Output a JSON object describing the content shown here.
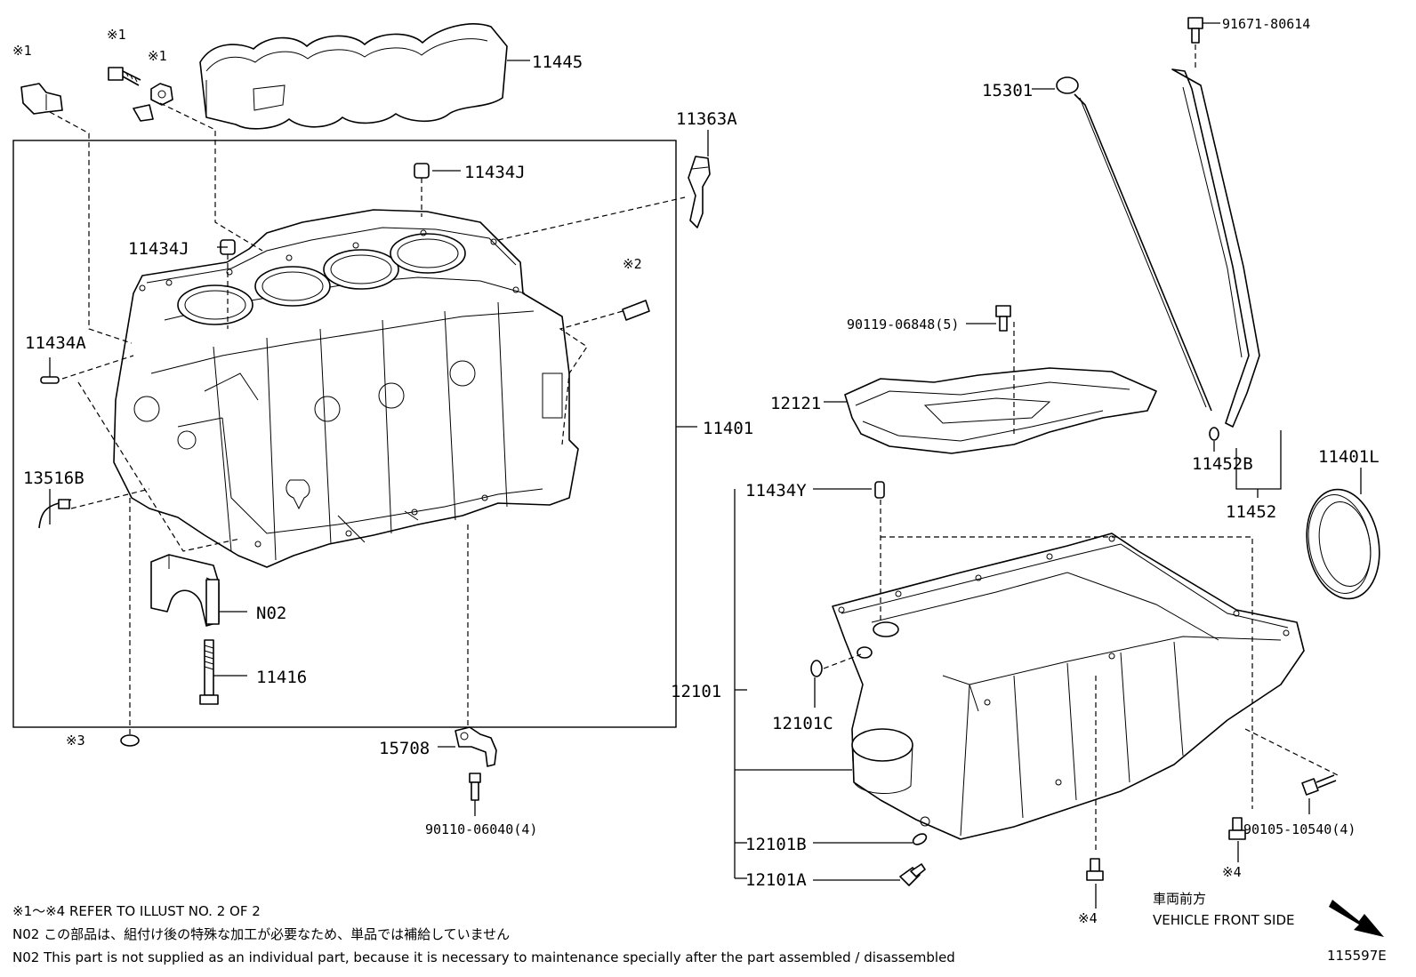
{
  "part_labels": {
    "p11445": "11445",
    "p91671": "91671-80614",
    "p15301": "15301",
    "p11363A": "11363A",
    "p11434J_top": "11434J",
    "p11434J_mid": "11434J",
    "p11434A": "11434A",
    "p13516B": "13516B",
    "pN02": "N02",
    "p11416": "11416",
    "p11401": "11401",
    "p15708": "15708",
    "p90110": "90110-06040(4)",
    "p90119": "90119-06848(5)",
    "p12121": "12121",
    "p11452B": "11452B",
    "p11452": "11452",
    "p11401L": "11401L",
    "p11434Y": "11434Y",
    "p12101": "12101",
    "p12101C": "12101C",
    "p12101B": "12101B",
    "p12101A": "12101A",
    "p90105": "90105-10540(4)"
  },
  "ref_marks": {
    "r1a": "※1",
    "r1b": "※1",
    "r1c": "※1",
    "r2": "※2",
    "r3": "※3",
    "r4a": "※4",
    "r4b": "※4"
  },
  "notes": {
    "refer": "※1～※4  REFER TO ILLUST NO. 2 OF 2",
    "n02_jp": "N02  この部品は、組付け後の特殊な加工が必要なため、単品では補給していません",
    "n02_en": "N02  This part is not supplied as an individual part, because it is necessary to maintenance specially after the part assembled / disassembled"
  },
  "front_indicator": {
    "jp": "車両前方",
    "en": "VEHICLE FRONT SIDE"
  },
  "illustration_id": "115597E"
}
